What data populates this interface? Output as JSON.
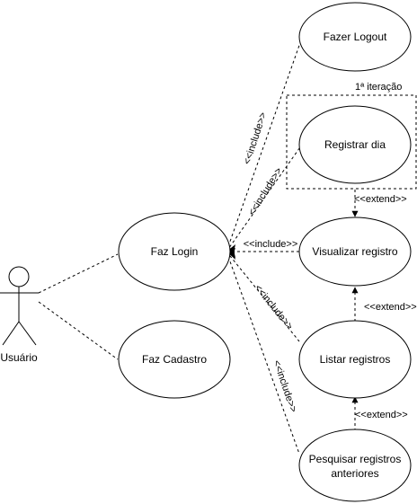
{
  "actor": {
    "name": "Usuário"
  },
  "use_cases": {
    "login": "Faz Login",
    "cadastro": "Faz Cadastro",
    "logout": "Fazer Logout",
    "registrar": "Registrar dia",
    "visualizar": "Visualizar registro",
    "listar": "Listar registros",
    "pesquisar_line1": "Pesquisar registros",
    "pesquisar_line2": "anteriores"
  },
  "relations": {
    "include": "<<include>>",
    "extend": "<<extend>>"
  },
  "annotation": {
    "iteration": "1ª iteração"
  },
  "colors": {
    "stroke": "#000000",
    "background": "#ffffff"
  }
}
